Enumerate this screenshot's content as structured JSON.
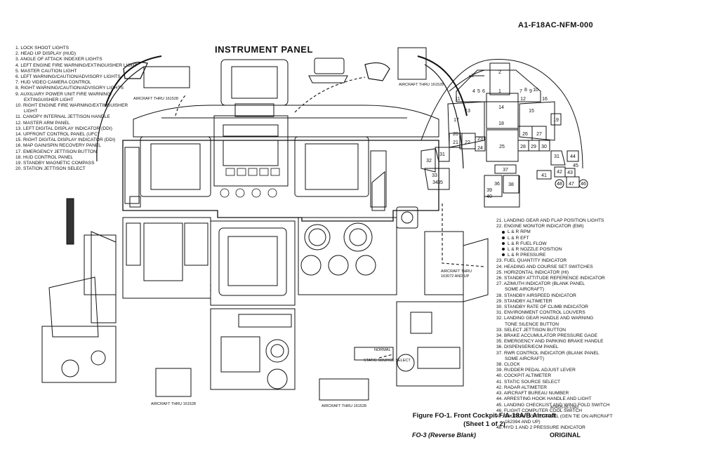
{
  "document_id": "A1-F18AC-NFM-000",
  "panel_title": "INSTRUMENT PANEL",
  "caption_line1": "Figure FO-1. Front Cockpit F/A-18A/B Aircraft",
  "caption_line2": "(Sheet 1 of 2)",
  "page_id": "FO-3  (Reverse Blank)",
  "status": "ORIGINAL",
  "drawing_code": "AD4525-05-1-043",
  "notes": {
    "aircraft_thru_161528_a": "AIRCRAFT THRU 161528",
    "aircraft_thru_161528_b": "AIRCRAFT THRU 161528",
    "aircraft_thru_161528_c": "AIRCRAFT THRU 161528",
    "aircraft_thru_161528_d": "AIRCRAFT THRU 161528",
    "aircraft_thru_161528_e": "AIRCRAFT THRU 161528",
    "aircraft_thru_163072": "AIRCRAFT THRU",
    "aircraft_thru_163072_b": "163072 AND UP",
    "static_source_select": "STATIC SOURCE SELECT",
    "normal": "NORMAL"
  },
  "legend_left": [
    "1. LOCK SHOOT LIGHTS",
    "2. HEAD UP DISPLAY (HUD)",
    "3. ANGLE OF ATTACK INDEXER LIGHTS",
    "4. LEFT ENGINE FIRE WARNING/EXTINGUISHER LIGHT",
    "5. MASTER CAUTION LIGHT",
    "6. LEFT WARNING/CAUTION/ADVISORY LIGHTS",
    "7. HUD VIDEO CAMERA CONTROL",
    "8. RIGHT WARNING/CAUTION/ADVISORY LIGHTS",
    "9. AUXILIARY POWER UNIT FIRE WARNING/",
    "EXTINGUISHER LIGHT",
    "10. RIGHT ENGINE FIRE WARNING/EXTINGUISHER",
    "LIGHT",
    "11. CANOPY INTERNAL JETTISON HANDLE",
    "12. MASTER ARM PANEL",
    "13. LEFT DIGITAL DISPLAY INDICATOR (DDI)",
    "14. UPFRONT CONTROL PANEL (UFC)",
    "15. RIGHT DIGITAL DISPLAY INDICATOR (DDI)",
    "16. MAP GAIN/SPIN RECOVERY PANEL",
    "17. EMERGENCY JETTISON BUTTON",
    "18. HUD CONTROL PANEL",
    "19. STANDBY MAGNETIC COMPASS",
    "20. STATION JETTISON SELECT"
  ],
  "legend_right": [
    {
      "text": "21. LANDING GEAR AND FLAP POSITION LIGHTS",
      "style": "item"
    },
    {
      "text": "22. ENGINE MONITOR INDICATOR (EMI)",
      "style": "item"
    },
    {
      "text": "L & R RPM",
      "style": "dot"
    },
    {
      "text": "L & R EFT",
      "style": "dot"
    },
    {
      "text": "L & R FUEL FLOW",
      "style": "dot"
    },
    {
      "text": "L & R NOZZLE POSITION",
      "style": "dot"
    },
    {
      "text": "L & R PRESSURE",
      "style": "dot"
    },
    {
      "text": "23. FUEL QUANTITY INDICATOR",
      "style": "item"
    },
    {
      "text": "24. HEADING AND COURSE SET SWITCHES",
      "style": "item"
    },
    {
      "text": "25. HORIZONTAL INDICATOR (HI)",
      "style": "item"
    },
    {
      "text": "26. STANDBY ATTITUDE REFERENCE INDICATOR",
      "style": "item"
    },
    {
      "text": "27. AZIMUTH INDICATOR (BLANK PANEL",
      "style": "item"
    },
    {
      "text": "SOME AIRCRAFT)",
      "style": "cont"
    },
    {
      "text": "28. STANDBY AIRSPEED INDICATOR",
      "style": "item"
    },
    {
      "text": "29. STANDBY ALTIMETER",
      "style": "item"
    },
    {
      "text": "30. STANDBY RATE OF CLIMB INDICATOR",
      "style": "item"
    },
    {
      "text": "31. ENVIRONMENT CONTROL LOUVERS",
      "style": "item"
    },
    {
      "text": "32. LANDING GEAR HANDLE AND WARNING",
      "style": "item"
    },
    {
      "text": "TONE SILENCE BUTTON",
      "style": "cont"
    },
    {
      "text": "33. SELECT JETTISON BUTTON",
      "style": "item"
    },
    {
      "text": "34. BRAKE ACCUMULATOR PRESSURE GAGE",
      "style": "item"
    },
    {
      "text": "35. EMERGENCY AND PARKING BRAKE HANDLE",
      "style": "item"
    },
    {
      "text": "36. DISPENSER/ECM PANEL",
      "style": "item"
    },
    {
      "text": "37. RWR CONTROL INDICATOR (BLANK PANEL",
      "style": "item"
    },
    {
      "text": "SOME AIRCRAFT)",
      "style": "cont"
    },
    {
      "text": "38. CLOCK",
      "style": "item"
    },
    {
      "text": "39. RUDDER PEDAL ADJUST LEVER",
      "style": "item"
    },
    {
      "text": "40. COCKPIT ALTIMETER",
      "style": "item"
    },
    {
      "text": "41. STATIC SOURCE SELECT",
      "style": "item"
    },
    {
      "text": "42. RADAR ALTIMETER",
      "style": "item"
    },
    {
      "text": "43. AIRCRAFT BUREAU NUMBER",
      "style": "item"
    },
    {
      "text": "44. ARRESTING HOOK HANDLE AND LIGHT",
      "style": "item"
    },
    {
      "text": "45. LANDING CHECKLIST AND WING FOLD SWITCH",
      "style": "item"
    },
    {
      "text": "46. FLIGHT COMPUTER COOL SWITCH",
      "style": "item"
    },
    {
      "text": "47. CAUTION LIGHTS PANEL (GEN TIE ON AIRCRAFT",
      "style": "item"
    },
    {
      "text": "162394 AND UP)",
      "style": "cont"
    },
    {
      "text": "48. HYD 1 AND 2 PRESSURE INDICATOR",
      "style": "item"
    }
  ],
  "key_diagram_numbers": [
    "1",
    "2",
    "3",
    "4",
    "5",
    "6",
    "7",
    "8",
    "9",
    "10",
    "11",
    "12",
    "13",
    "14",
    "15",
    "16",
    "17",
    "18",
    "19",
    "20",
    "21",
    "22",
    "23",
    "24",
    "25",
    "26",
    "27",
    "28",
    "29",
    "30",
    "31",
    "31",
    "32",
    "33",
    "34",
    "35",
    "36",
    "37",
    "38",
    "39",
    "40",
    "41",
    "42",
    "43",
    "44",
    "45",
    "46",
    "47",
    "48"
  ]
}
